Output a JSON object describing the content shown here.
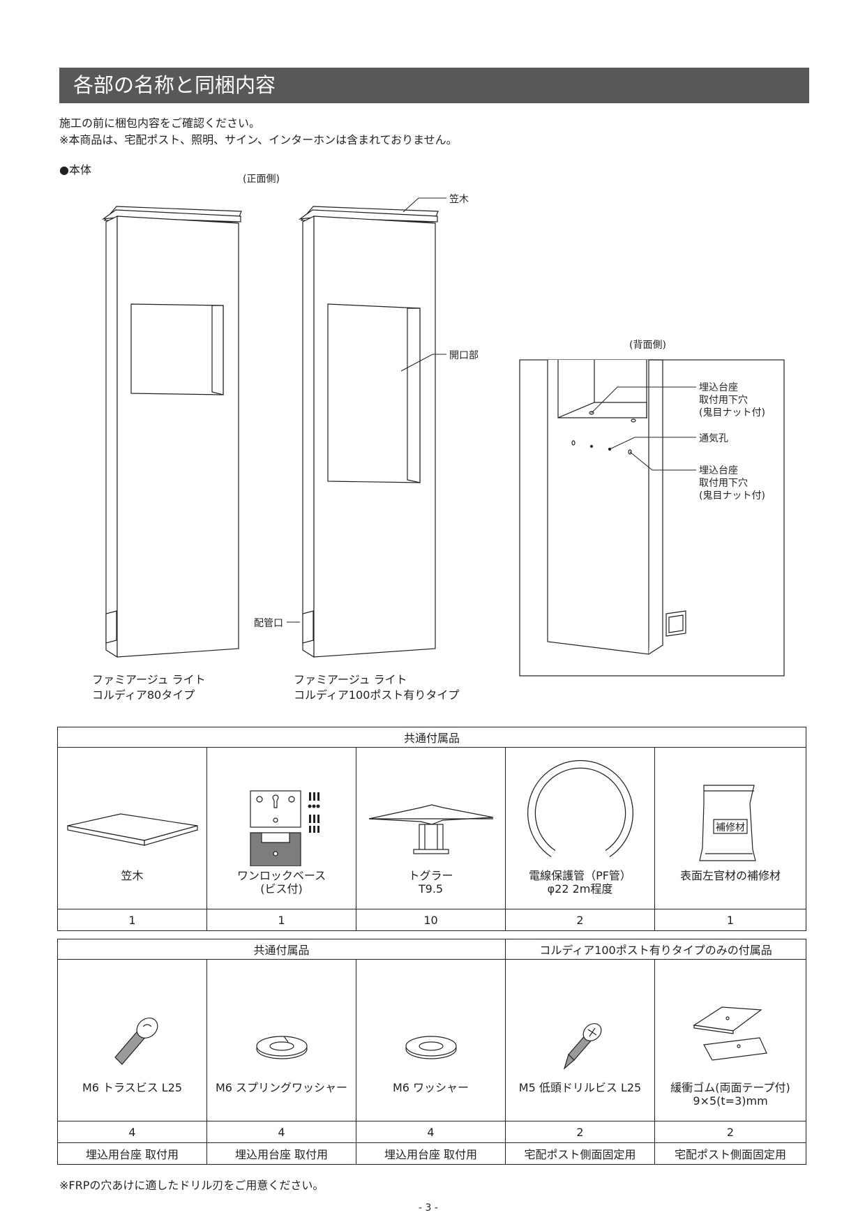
{
  "section_title": "各部の名称と同梱内容",
  "intro": [
    "施工の前に梱包内容をご確認ください。",
    "※本商品は、宅配ポスト、照明、サイン、インターホンは含まれておりません。"
  ],
  "main_body_label": "●本体",
  "front_label": "(正面側)",
  "back_label": "(背面側)",
  "callouts": {
    "kasagi": "笠木",
    "opening": "開口部",
    "pipe_port": "配管口",
    "anchor_hole_1": [
      "埋込台座",
      "取付用下穴",
      "(鬼目ナット付)"
    ],
    "vent": "通気孔",
    "anchor_hole_2": [
      "埋込台座",
      "取付用下穴",
      "(鬼目ナット付)"
    ]
  },
  "models": [
    {
      "line1": "ファミアージュ ライト",
      "line2": "コルディア80タイプ"
    },
    {
      "line1": "ファミアージュ ライト",
      "line2": "コルディア100ポスト有りタイプ"
    }
  ],
  "table1": {
    "header": "共通付属品",
    "items": [
      {
        "icon": "kasagi-icon",
        "name": [
          "笠木"
        ],
        "qty": "1"
      },
      {
        "icon": "one-lock-base-icon",
        "name": [
          "ワンロックベース",
          "(ビス付)"
        ],
        "qty": "1"
      },
      {
        "icon": "toggler-icon",
        "name": [
          "トグラー",
          "T9.5"
        ],
        "qty": "10"
      },
      {
        "icon": "pf-pipe-icon",
        "name": [
          "電線保護管（PF管）",
          "φ22  2m程度"
        ],
        "qty": "2"
      },
      {
        "icon": "repair-material-bag-icon",
        "name": [
          "表面左官材の補修材"
        ],
        "qty": "1",
        "bag_label": "補修材"
      }
    ]
  },
  "table2": {
    "header_common": "共通付属品",
    "header_special": "コルディア100ポスト有りタイプのみの付属品",
    "items": [
      {
        "icon": "truss-screw-icon",
        "name": [
          "M6 トラスビス L25"
        ],
        "qty": "4",
        "use": "埋込用台座 取付用"
      },
      {
        "icon": "spring-washer-icon",
        "name": [
          "M6  スプリングワッシャー"
        ],
        "qty": "4",
        "use": "埋込用台座 取付用"
      },
      {
        "icon": "washer-icon",
        "name": [
          "M6  ワッシャー"
        ],
        "qty": "4",
        "use": "埋込用台座 取付用"
      },
      {
        "icon": "drill-screw-icon",
        "name": [
          "M5  低頭ドリルビス L25"
        ],
        "qty": "2",
        "use": "宅配ポスト側面固定用"
      },
      {
        "icon": "rubber-pad-icon",
        "name": [
          "緩衝ゴム(両面テープ付)",
          "9×5(t=3)mm"
        ],
        "qty": "2",
        "use": "宅配ポスト側面固定用"
      }
    ]
  },
  "footnote": "※FRPの穴あけに適したドリル刃をご用意ください。",
  "page_number": "- 3 -"
}
